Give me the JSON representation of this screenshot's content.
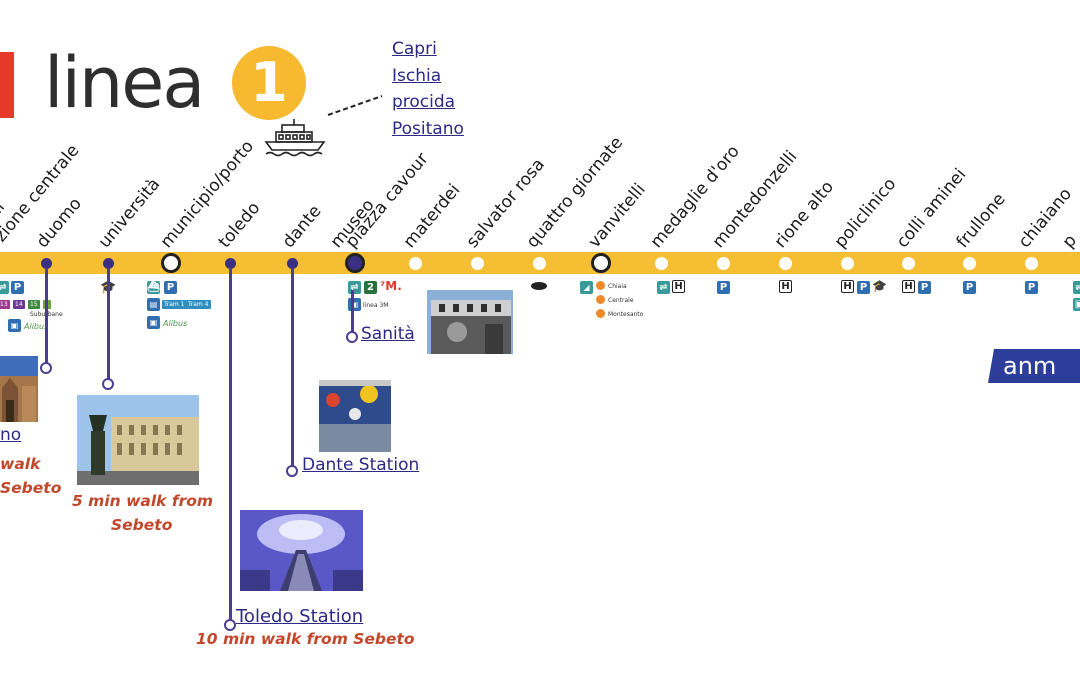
{
  "logo": {
    "text": "linea",
    "number": "1",
    "accent": "#f6b930",
    "brand": "#e53a2b"
  },
  "ferry": {
    "destinations": [
      "Capri",
      "Ischia",
      "procida",
      "Positano"
    ],
    "icon": "ferry-icon"
  },
  "line_color": "#f5be33",
  "stations": [
    {
      "name": "Garibaldi",
      "visible": "ldi"
    },
    {
      "name": "stazione centrale",
      "visible": "zione centrale"
    },
    {
      "name": "duomo"
    },
    {
      "name": "università"
    },
    {
      "name": "municipio/porto"
    },
    {
      "name": "toledo"
    },
    {
      "name": "dante"
    },
    {
      "name": "museo"
    },
    {
      "name": "piazza cavour"
    },
    {
      "name": "materdei"
    },
    {
      "name": "salvator rosa"
    },
    {
      "name": "quattro giornate"
    },
    {
      "name": "vanvitelli"
    },
    {
      "name": "medaglie d'oro"
    },
    {
      "name": "montedonzelli"
    },
    {
      "name": "rione alto"
    },
    {
      "name": "policlinico"
    },
    {
      "name": "colli aminei"
    },
    {
      "name": "frullone"
    },
    {
      "name": "chiaiano"
    },
    {
      "name": "p"
    }
  ],
  "services": {
    "parking": "P",
    "hospital": "H",
    "museo_line": "2",
    "museo_note": "linea 3M",
    "tram_1": "Tram 1",
    "tram_4": "Tram 4",
    "alibus": "Alibus",
    "suburbane": "Suburbane",
    "lines": [
      "13",
      "14",
      "15",
      "1"
    ],
    "funiculars": [
      "Chiaia",
      "Centrale",
      "Montesanto"
    ]
  },
  "attractions": [
    {
      "label": "no",
      "walk": [
        "walk",
        "Sebeto"
      ]
    },
    {
      "label": "",
      "walk": [
        "5 min walk from",
        "Sebeto"
      ]
    },
    {
      "label": "Dante Station",
      "walk": []
    },
    {
      "label": "Toledo Station",
      "walk": [
        "10 min walk from Sebeto"
      ]
    },
    {
      "label": "Sanità",
      "walk": []
    }
  ],
  "operator": {
    "text": "anm"
  }
}
